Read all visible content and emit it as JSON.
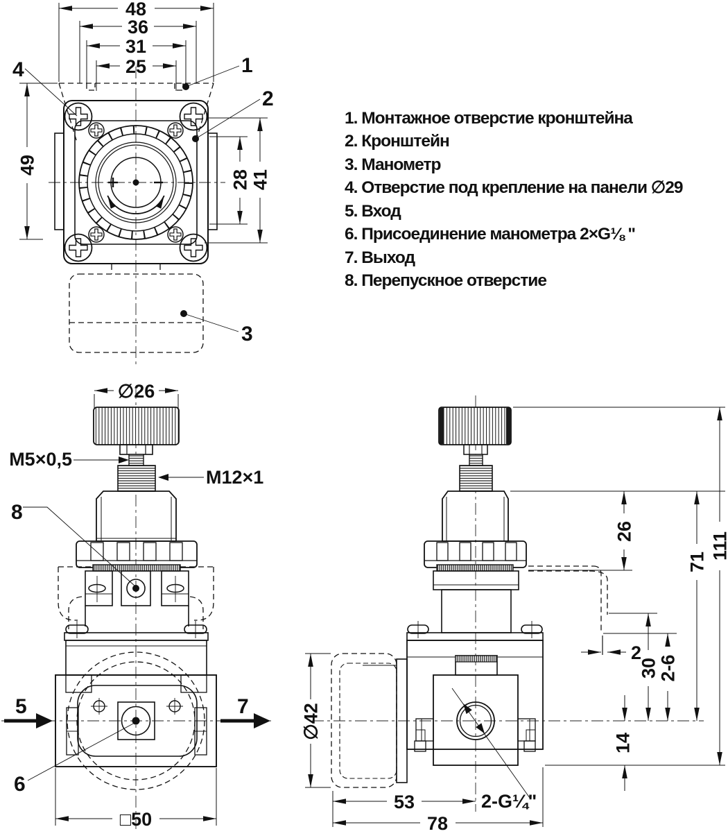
{
  "top": {
    "d48": "48",
    "d36": "36",
    "d31": "31",
    "d25": "25",
    "d49": "49",
    "d28": "28",
    "d41": "41",
    "c1": "1",
    "c2": "2",
    "c3": "3",
    "c4": "4"
  },
  "legend": {
    "l1": "1. Монтажное отверстие кронштейна",
    "l2": "2. Кронштейн",
    "l3": "3. Манометр",
    "l4": "4. Отверстие под крепление на панели ∅29",
    "l5": "5. Вход",
    "l6": "6. Присоединение манометра 2×G⅛ \"",
    "l7": "7. Выход",
    "l8": "8. Перепускное отверстие"
  },
  "front": {
    "dia26": "∅26",
    "m5": "M5×0,5",
    "m12": "M12×1",
    "sq50": "□50",
    "c5": "5",
    "c6": "6",
    "c7": "7",
    "c8": "8"
  },
  "side": {
    "d26": "26",
    "d71": "71",
    "d111": "111",
    "d30": "30",
    "d2_6": "2-6",
    "d14": "14",
    "d2": "2",
    "dia42": "∅42",
    "d53": "53",
    "d78": "78",
    "g": "2-G¼\""
  }
}
